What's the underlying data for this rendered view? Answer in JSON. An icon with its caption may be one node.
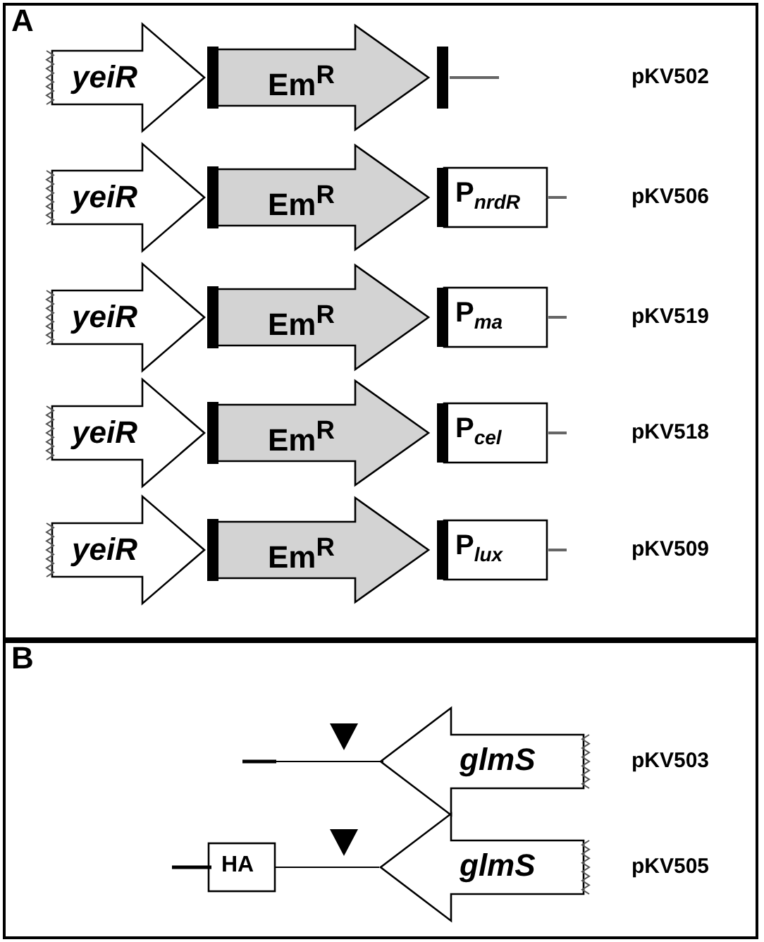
{
  "diagram": {
    "nodes": [
      {
        "text": [
          "A"
        ]
      },
      {
        "text": [
          "yeiR"
        ],
        "in": 0
      },
      {
        "text": [
          "Em$^{R}$"
        ],
        "in": 0
      },
      {
        "text": [
          "yeiR"
        ],
        "in": 0
      },
      {
        "text": [
          "Em$^{R}$"
        ],
        "in": 0
      },
      {
        "text": [
          "P$_{nrdR}$"
        ],
        "in": 0
      },
      {
        "text": [
          "yeiR"
        ],
        "in": 0
      },
      {
        "text": [
          "Em$^{R}$"
        ],
        "in": 0
      },
      {
        "text": [
          "P$_{ma}$"
        ],
        "in": 0
      },
      {
        "text": [
          "yeiR"
        ],
        "in": 0
      },
      {
        "text": [
          "Em$^{R}$"
        ],
        "in": 0
      },
      {
        "text": [
          "P$_{cel}$"
        ],
        "in": 0
      },
      {
        "text": [
          "yeiR"
        ],
        "in": 0
      },
      {
        "text": [
          "Em$^{R}$"
        ],
        "in": 0
      },
      {
        "text": [
          "P$_{lux}$"
        ],
        "in": 0
      },
      {
        "text": [
          "B"
        ]
      },
      {
        "text": [
          "glmS"
        ],
        "in": 15
      },
      {
        "text": [
          "HA"
        ],
        "in": 15
      },
      {
        "text": [
          "glmS"
        ],
        "in": 15
      }
    ],
    "edges": [
      {
        "from": 17,
        "to": 18,
        "arrow": "none"
      }
    ],
    "labels": [
      "pKV502",
      "pKV506",
      "pKV519",
      "pKV518",
      "pKV509",
      "pKV503",
      "pKV505"
    ]
  }
}
